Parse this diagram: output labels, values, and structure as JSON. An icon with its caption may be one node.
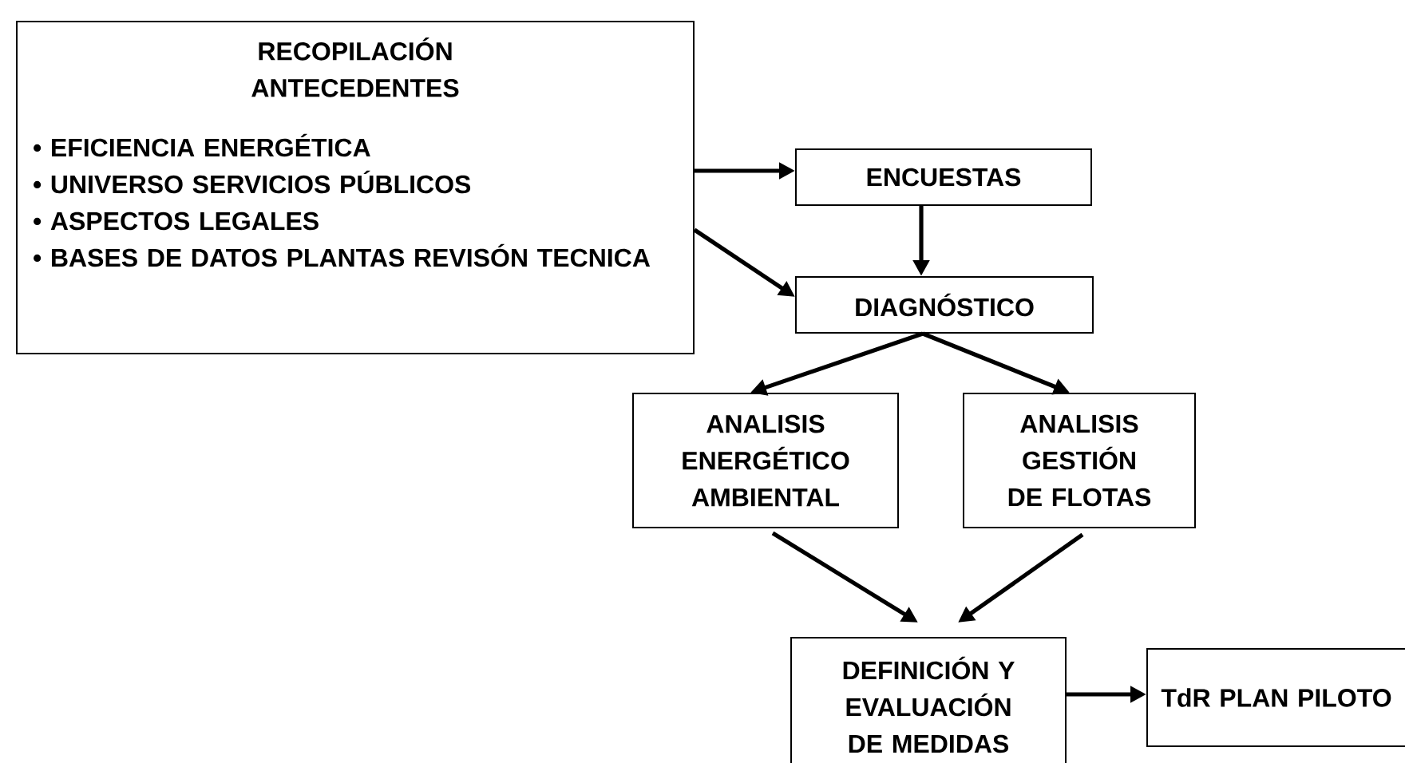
{
  "diagram": {
    "nodes": [
      {
        "text": [
          "RECOPILACIÓN ANTECEDENTES",
          "• EFICIENCIA ENERGÉTICA",
          "• UNIVERSO SERVICIOS PÚBLICOS",
          "• ASPECTOS LEGALES",
          "• BASES DE DATOS PLANTAS REVISÓN TECNICA"
        ]
      },
      {
        "text": [
          "ENCUESTAS"
        ]
      },
      {
        "text": [
          "DIAGNÓSTICO"
        ]
      },
      {
        "text": [
          "ANALISIS ENERGÉTICO AMBIENTAL"
        ]
      },
      {
        "text": [
          "ANALISIS GESTIÓN DE FLOTAS"
        ]
      },
      {
        "text": [
          "DEFINICIÓN Y EVALUACIÓN DE MEDIDAS"
        ]
      },
      {
        "text": [
          "TdR PLAN PILOTO"
        ]
      }
    ],
    "edges": [
      {
        "from": 0,
        "to": 1,
        "arrow": "to"
      },
      {
        "from": 0,
        "to": 2,
        "arrow": "to"
      },
      {
        "from": 1,
        "to": 2,
        "arrow": "to"
      },
      {
        "from": 2,
        "to": 3,
        "arrow": "to"
      },
      {
        "from": 2,
        "to": 4,
        "arrow": "to"
      },
      {
        "from": 3,
        "to": 5,
        "arrow": "to"
      },
      {
        "from": 4,
        "to": 5,
        "arrow": "to"
      },
      {
        "from": 5,
        "to": 6,
        "arrow": "to"
      }
    ]
  }
}
